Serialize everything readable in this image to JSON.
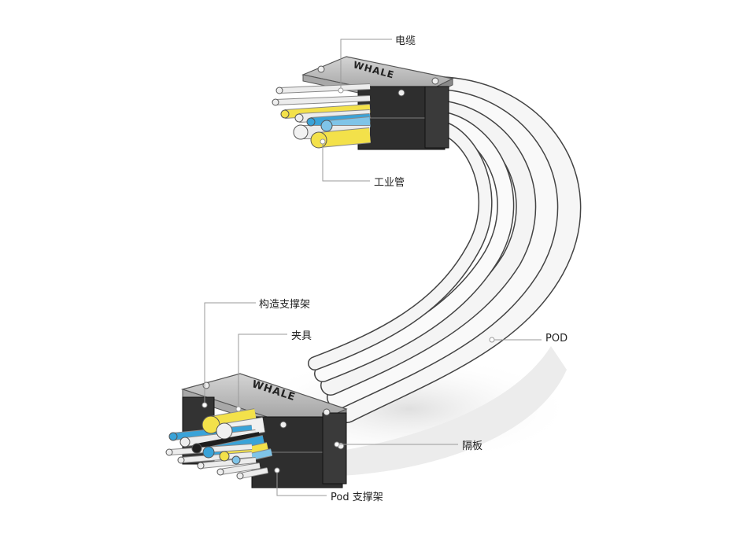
{
  "brand": {
    "logo_text": "WHALE"
  },
  "labels": {
    "cable": "电缆",
    "industrial_tube": "工业管",
    "structure_support": "构造支撑架",
    "clamp": "夹具",
    "pod": "POD",
    "divider": "隔板",
    "pod_support": "Pod 支撑架"
  },
  "colors": {
    "leader_line": "#9a9a9a",
    "leader_dot": "#ffffff",
    "frame_gray": "#b9b9b9",
    "block_dark": "#2e2e2e",
    "cable_white": "#ececec",
    "cable_yellow": "#f3e14a",
    "cable_blue": "#3aa3d8",
    "cable_black": "#1e1e1e",
    "pod_outline": "#444444",
    "shadow": "#e9e9e9"
  }
}
